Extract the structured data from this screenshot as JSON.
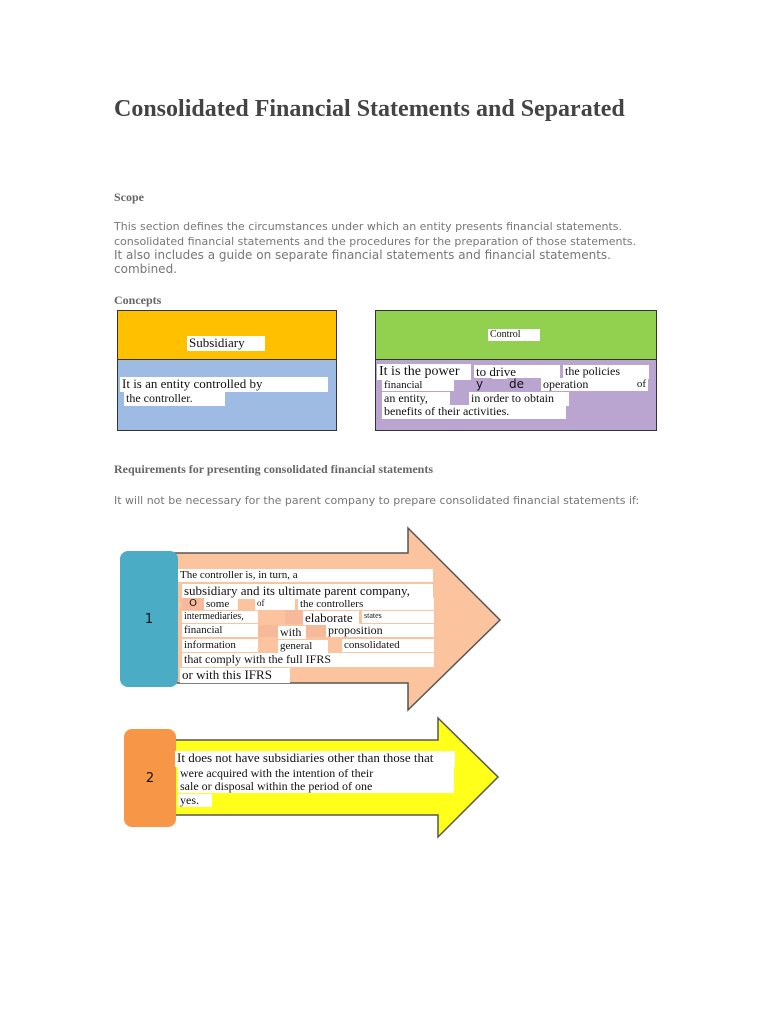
{
  "page": {
    "title": "Consolidated Financial Statements and Separated",
    "scope_heading": "Scope",
    "scope_para_1": "This section defines the circumstances under which an entity presents financial statements. consolidated financial statements and the procedures for the preparation of those statements.",
    "scope_para_2": "It also includes a guide on separate financial statements and financial statements. combined.",
    "concepts_heading": "Concepts",
    "requirements_heading": "Requirements for presenting consolidated financial statements",
    "requirements_para": "It will not be necessary for the parent company to prepare consolidated financial statements if:"
  },
  "concepts": {
    "subsidiary": {
      "header": "Subsidiary",
      "line_1": "It is an entity controlled by",
      "line_2": "the controller.",
      "header_color": "#ffc000",
      "body_color": "#9dbbe3"
    },
    "control": {
      "header": "Control",
      "line_1_a": "It is the power",
      "line_1_b": "to drive",
      "line_1_c": "the policies",
      "line_2_a": "financial",
      "line_2_b": "y",
      "line_2_c": "de",
      "line_2_d": "operation",
      "line_2_e": "of",
      "line_3_a": "an entity,",
      "line_3_b": "in order to obtain",
      "line_4": "benefits of their activities.",
      "header_color": "#92d050",
      "body_color": "#b9a5d0"
    }
  },
  "requirements": [
    {
      "number": "1",
      "badge_color": "#4bacc6",
      "arrow_color": "#fbc49e",
      "line_1": "The controller is, in turn, a",
      "line_2": "subsidiary and its ultimate parent company,",
      "line_3_a": "O",
      "line_3_b": "some",
      "line_3_c": "of",
      "line_3_d": "the controllers",
      "line_4_a": "intermediaries,",
      "line_4_b": "elaborate",
      "line_4_c": "states",
      "line_5_a": "financial",
      "line_5_b": "with",
      "line_5_c": "proposition",
      "line_6_a": "information",
      "line_6_b": "general",
      "line_6_c": "consolidated",
      "line_7": "that comply with the full IFRS",
      "line_8": "or with this IFRS"
    },
    {
      "number": "2",
      "badge_color": "#f79646",
      "arrow_color": "#ffff1a",
      "line_1": "It does not have subsidiaries other than those that",
      "line_2": "were acquired with the intention of their",
      "line_3": "sale or disposal within the period of one",
      "line_4": "yes."
    }
  ]
}
